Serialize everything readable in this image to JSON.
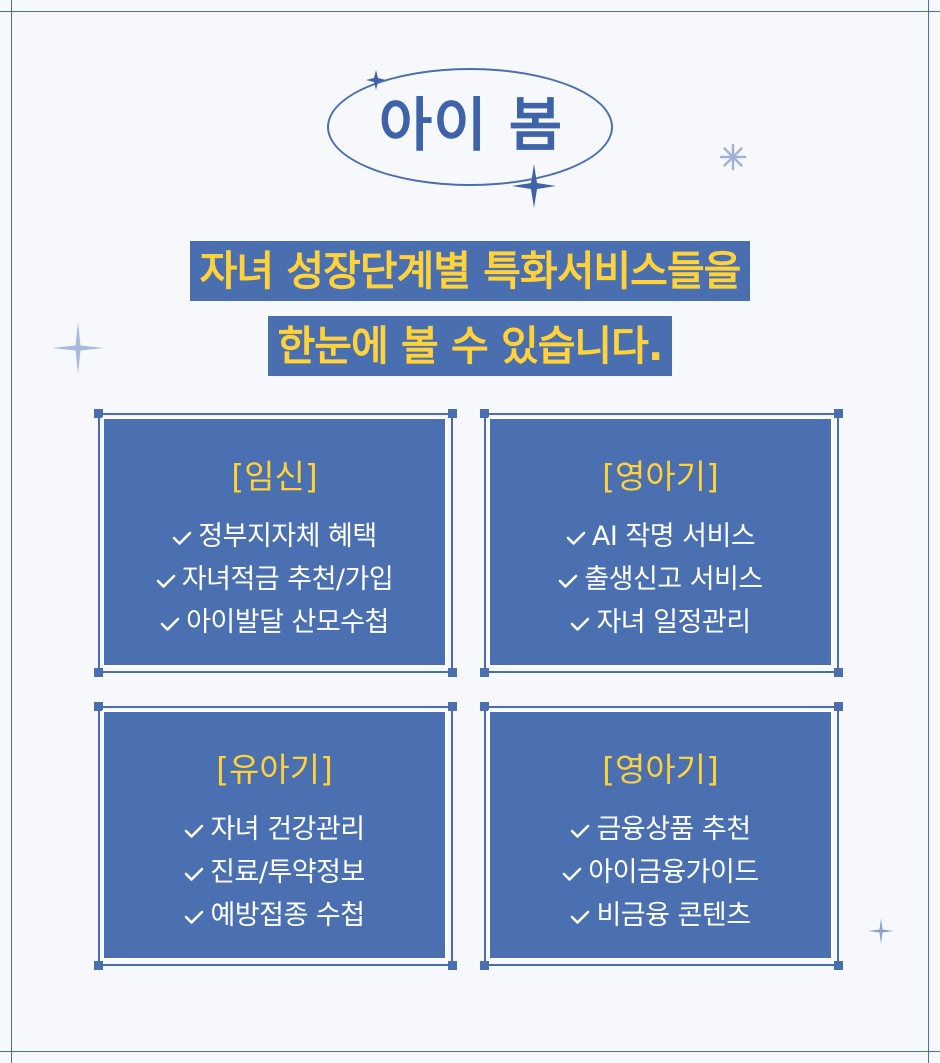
{
  "title": "아이 봄",
  "headline": {
    "line1": "자녀 성장단계별 특화서비스들을",
    "line2": "한눈에 볼 수 있습니다."
  },
  "cards": [
    {
      "title": "[임신]",
      "items": [
        "정부지자체 혜택",
        "자녀적금 추천/가입",
        "아이발달 산모수첩"
      ]
    },
    {
      "title": "[영아기]",
      "items": [
        "AI 작명 서비스",
        "출생신고 서비스",
        "자녀 일정관리"
      ]
    },
    {
      "title": "[유아기]",
      "items": [
        "자녀 건강관리",
        "진료/투약정보",
        "예방접종 수첩"
      ]
    },
    {
      "title": "[영아기]",
      "items": [
        "금융상품 추천",
        "아이금융가이드",
        "비금융 콘텐츠"
      ]
    }
  ],
  "icons": {
    "check": "checkmark-icon",
    "sparkle": "sparkle-icon",
    "asterisk": "asterisk-icon"
  },
  "colors": {
    "primary": "#4a6fb0",
    "accent": "#ffd23a",
    "background": "#f7f8fb"
  }
}
